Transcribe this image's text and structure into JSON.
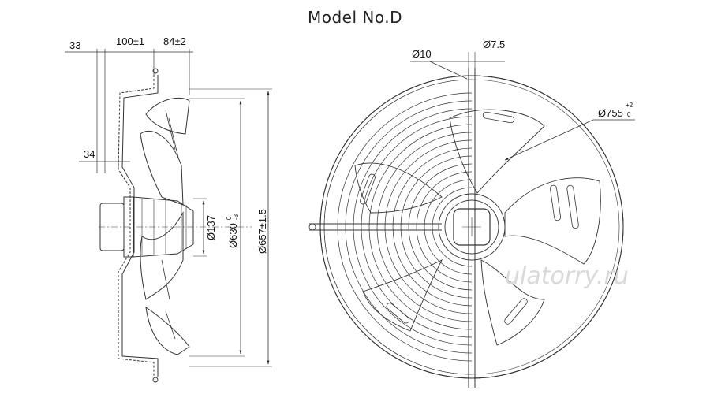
{
  "title": "Model No.D",
  "side_view": {
    "dim_overhang": "33",
    "dim_depth": "100±1",
    "dim_flange": "84±2",
    "dim_hub": "34",
    "dim_motor_dia": "Ø137",
    "dim_impeller_dia_main": "Ø630",
    "dim_impeller_dia_tol_upper": "0",
    "dim_impeller_dia_tol_lower": "-3",
    "dim_ring_dia": "Ø657±1.5"
  },
  "front_view": {
    "dim_hole": "Ø10",
    "dim_bolt": "Ø7.5",
    "dim_guard_main": "Ø755",
    "dim_guard_tol_upper": "+2",
    "dim_guard_tol_lower": "0"
  },
  "watermark": "ulatorry.ru"
}
